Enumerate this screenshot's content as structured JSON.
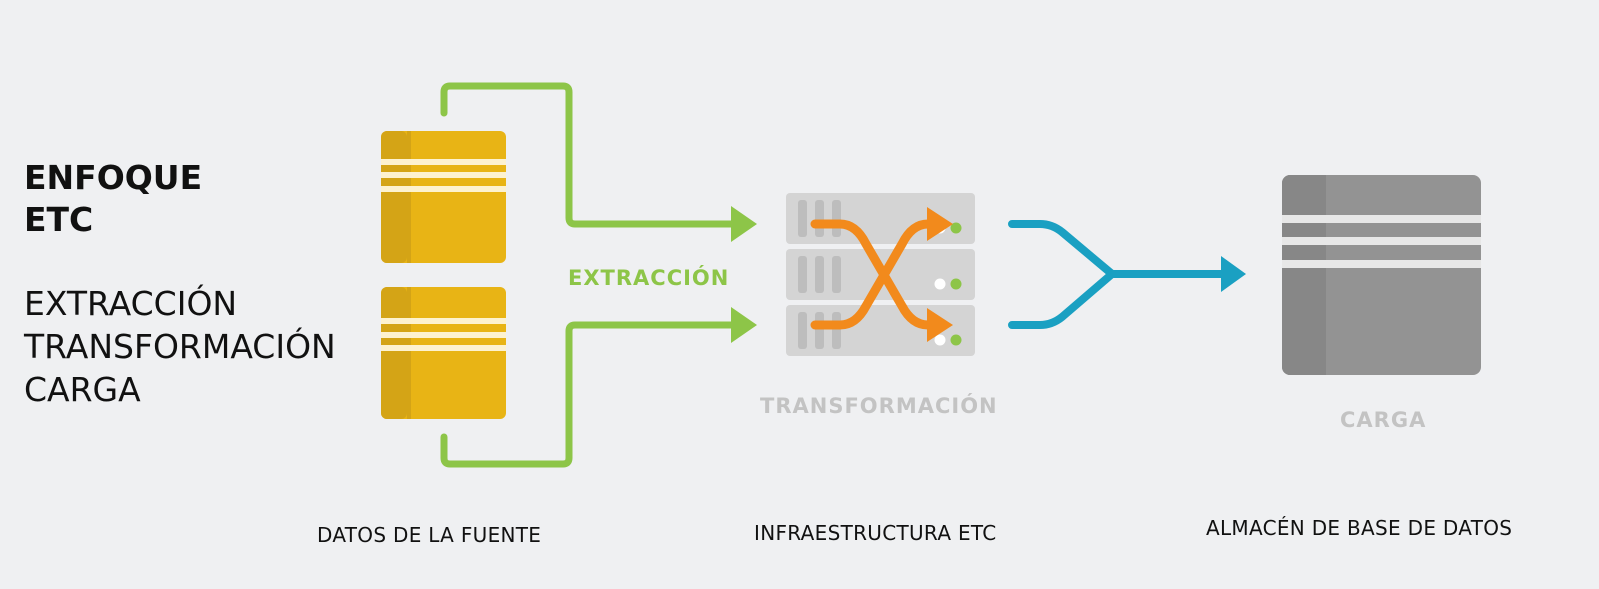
{
  "heading": {
    "line1": "ENFOQUE",
    "line2": "ETC"
  },
  "steps": [
    "EXTRACCIÓN",
    "TRANSFORMACIÓN",
    "CARGA"
  ],
  "stages": {
    "extract": "EXTRACCIÓN",
    "transform": "TRANSFORMACIÓN",
    "load": "CARGA"
  },
  "captions": {
    "source": "DATOS DE LA FUENTE",
    "infrastructure": "INFRAESTRUCTURA ETC",
    "warehouse": "ALMACÉN DE BASE DE DATOS"
  },
  "colors": {
    "background": "#eff0f2",
    "extract_arrow": "#8dc548",
    "transform_arrow": "#f28a1c",
    "load_arrow": "#1aa0c2",
    "source_db": "#e8b415",
    "warehouse": "#939393",
    "server": "#d4d4d4",
    "stage_label_muted": "#c3c3c3"
  },
  "icons": {
    "source_databases": "database-stack-icon",
    "server_rack": "server-rack-icon",
    "warehouse": "data-warehouse-icon"
  }
}
